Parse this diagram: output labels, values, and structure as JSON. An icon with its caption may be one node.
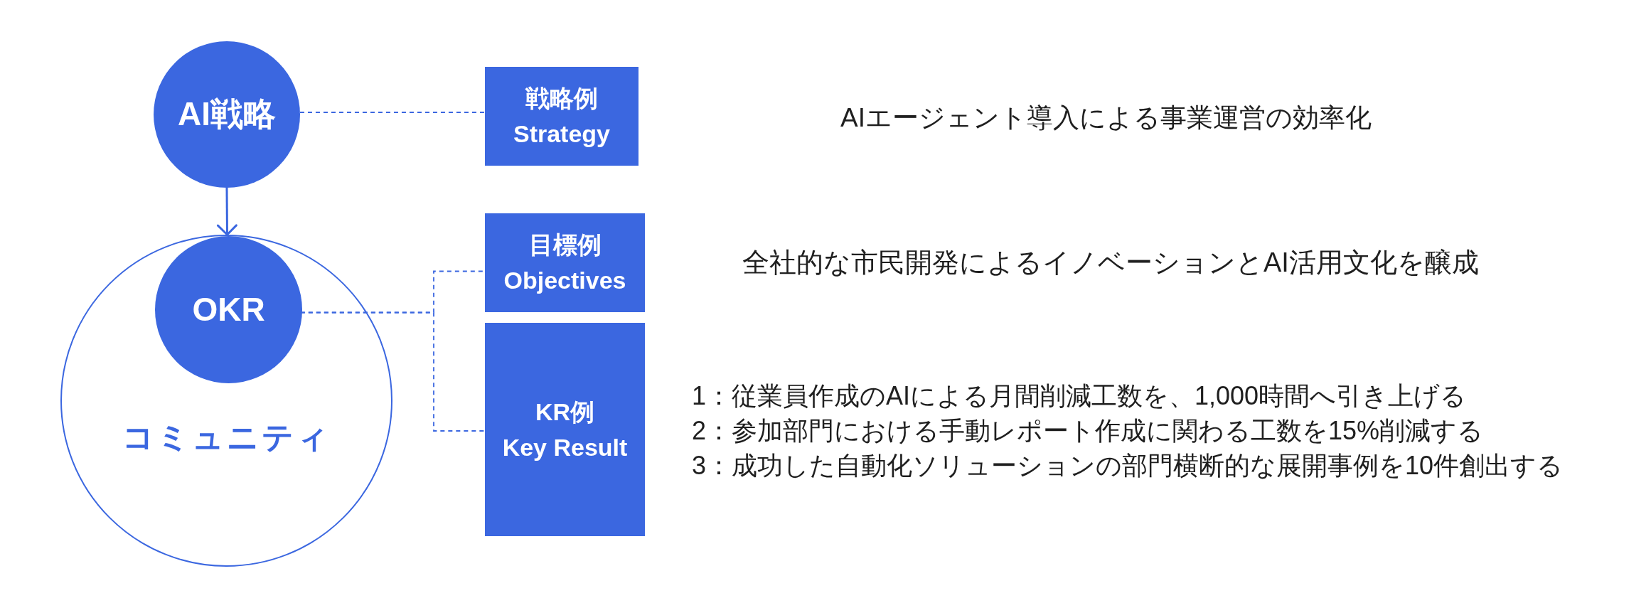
{
  "diagram": {
    "nodes": [
      {
        "text": [
          "AI戦略"
        ]
      },
      {
        "text": [
          "コミュニティ"
        ]
      },
      {
        "text": [
          "OKR"
        ],
        "in": 1
      },
      {
        "text": [
          "戦略例",
          "Strategy"
        ]
      },
      {
        "text": [
          "目標例",
          "Objectives"
        ],
        "beside": [
          "全社的な市民開発によるイノベーションとAI活用文化を醸成"
        ]
      },
      {
        "text": [
          "KR例",
          "Key Result"
        ],
        "beside": [
          "1：従業員作成のAIによる月間削減工数を、1,000時間へ引き上げる",
          "2：参加部門における手動レポート作成に関わる工数を15%削減する",
          "3：成功した自動化ソリューションの部門横断的な展開事例を10件創出する"
        ]
      }
    ],
    "edges": [
      {
        "from": 0,
        "to": 2,
        "arrow": "to"
      },
      {
        "from": 0,
        "to": 3,
        "arrow": "none",
        "style": "dashed"
      },
      {
        "from": 2,
        "to": 4,
        "arrow": "none",
        "style": "dashed"
      },
      {
        "from": 2,
        "to": 5,
        "arrow": "none",
        "style": "dashed"
      }
    ],
    "labels": [
      "AIエージェント導入による事業運営の効率化"
    ]
  }
}
